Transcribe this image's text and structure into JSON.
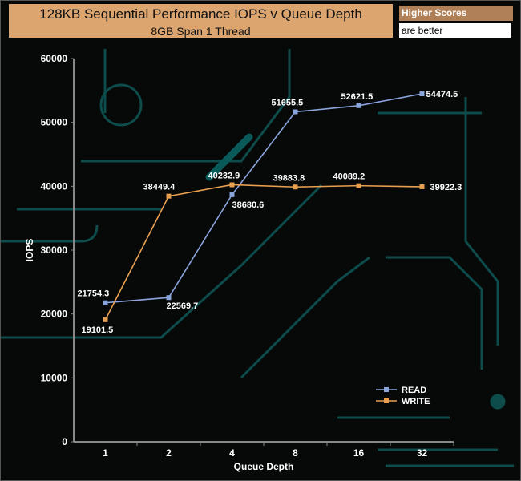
{
  "chart_data": {
    "type": "line",
    "title": "128KB Sequential Performance IOPS v Queue Depth",
    "subtitle": "8GB Span 1 Thread",
    "badge": {
      "line1": "Higher Scores",
      "line2": "are better"
    },
    "xlabel": "Queue Depth",
    "ylabel": "IOPS",
    "categories": [
      "1",
      "2",
      "4",
      "8",
      "16",
      "32"
    ],
    "ylim": [
      0,
      60000
    ],
    "yticks": [
      "0",
      "10000",
      "20000",
      "30000",
      "40000",
      "50000",
      "60000"
    ],
    "legend": "bottom-right",
    "series": [
      {
        "name": "READ",
        "color": "#8aa4dc",
        "values": [
          21754.3,
          22569.7,
          38680.6,
          51655.5,
          52621.5,
          54474.5
        ],
        "labels": [
          "21754.3",
          "22569.7",
          "38680.6",
          "51655.5",
          "52621.5",
          "54474.5"
        ]
      },
      {
        "name": "WRITE",
        "color": "#e8a050",
        "values": [
          19101.5,
          38449.4,
          40232.9,
          39883.8,
          40089.2,
          39922.3
        ],
        "labels": [
          "19101.5",
          "38449.4",
          "40232.9",
          "39883.8",
          "40089.2",
          "39922.3"
        ]
      }
    ]
  }
}
